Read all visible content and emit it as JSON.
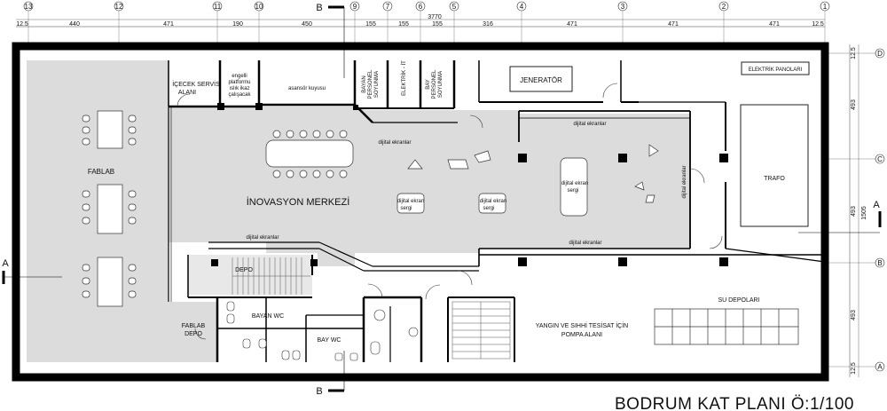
{
  "title": "BODRUM KAT PLANI Ö:1/100",
  "axes_top": [
    "13",
    "12",
    "11",
    "10",
    "9",
    "7",
    "6",
    "5",
    "4",
    "3",
    "2",
    "1"
  ],
  "axes_right": [
    "D",
    "C",
    "B",
    "A"
  ],
  "dims_top": [
    "12.5",
    "440",
    "471",
    "190",
    "450",
    "155",
    "155",
    "155",
    "316",
    "471",
    "471",
    "471",
    "12.5"
  ],
  "total_top": "3770",
  "dims_right": [
    "12.5",
    "493",
    "493",
    "493",
    "12.5"
  ],
  "total_right": "1505",
  "section_marks": {
    "b_top": "B",
    "b_bottom": "B",
    "a_left": "A",
    "a_right": "A"
  },
  "rooms": {
    "icecek": [
      "İÇECEK SERVİS",
      "ALANI"
    ],
    "engelli": [
      "engelli",
      "platformu",
      "ıslık ikaz",
      "çalışacak"
    ],
    "asansor": "asansör kuyusu",
    "bayan_sd": [
      "BAYAN",
      "PERSONEL",
      "SOYUNMA"
    ],
    "elektrik_it": "ELEKTRİK - İT",
    "bay_sd": [
      "BAY",
      "PERSONEL",
      "SOYUNMA"
    ],
    "jenerator": "JENERATÖR",
    "elektrik_panolari": "ELEKTRİK PANOLARI",
    "fablab": "FABLAB",
    "inovasyon": "İNOVASYON MERKEZİ",
    "trafo": "TRAFO",
    "depo": "DEPO",
    "bayan_wc": "BAYAN WC",
    "bay_wc": "BAY WC",
    "fablab_depo": [
      "FABLAB",
      "DEPO"
    ],
    "su_depolari": "SU DEPOLARI",
    "yangin": [
      "YANGIN VE SIHHİ TESİSAT İÇİN",
      "POMPA ALANI"
    ]
  },
  "annotations": {
    "dijital_ekranlar": "dijital ekranlar",
    "dijital_ekran_sergi": [
      "dijital ekran",
      "sergi"
    ]
  }
}
